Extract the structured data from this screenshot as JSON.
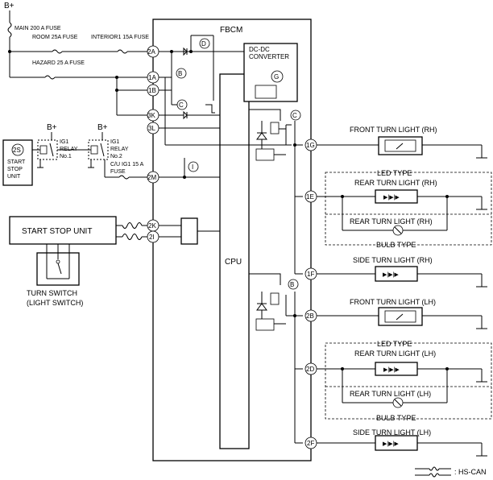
{
  "ecu": {
    "fbcm": "FBCM",
    "cpu": "CPU",
    "dcdc": "DC-DC CONVERTER"
  },
  "power": {
    "b_plus": "B+"
  },
  "fuses": {
    "main": "MAIN 200 A FUSE",
    "room": "ROOM 25A FUSE",
    "interior1": "INTERIOR1 15A FUSE",
    "hazard": "HAZARD 25 A FUSE",
    "cu_ig1": "C/U IG1 15 A FUSE"
  },
  "relays": {
    "ig1_no1": "IG1 RELAY No.1",
    "ig1_no2": "IG1 RELAY No.2"
  },
  "start_stop": {
    "small": "START STOP UNIT",
    "connector": "2S",
    "main": "START STOP UNIT"
  },
  "turn_switch": "TURN SWITCH (LIGHT SWITCH)",
  "terminals": {
    "t2A": "2A",
    "t1A": "1A",
    "t1B": "1B",
    "t3K": "3K",
    "t3L": "3L",
    "t2M": "2M",
    "t2K": "2K",
    "t2I": "2I",
    "t1G": "1G",
    "t1E": "1E",
    "t1F": "1F",
    "t2B": "2B",
    "t2D": "2D",
    "t2F": "2F"
  },
  "markers": {
    "d": "D",
    "b": "B",
    "c": "C",
    "g": "G",
    "i": "I"
  },
  "lights": {
    "front_rh": "FRONT TURN LIGHT (RH)",
    "rear_rh_led": "REAR TURN LIGHT (RH)",
    "rear_rh_bulb": "REAR TURN LIGHT (RH)",
    "side_rh": "SIDE TURN LIGHT (RH)",
    "front_lh": "FRONT TURN LIGHT (LH)",
    "rear_lh_led": "REAR TURN LIGHT (LH)",
    "rear_lh_bulb": "REAR TURN LIGHT (LH)",
    "side_lh": "SIDE TURN LIGHT (LH)"
  },
  "types": {
    "led": "LED TYPE",
    "bulb": "BULB TYPE"
  },
  "legend": ": HS-CAN"
}
